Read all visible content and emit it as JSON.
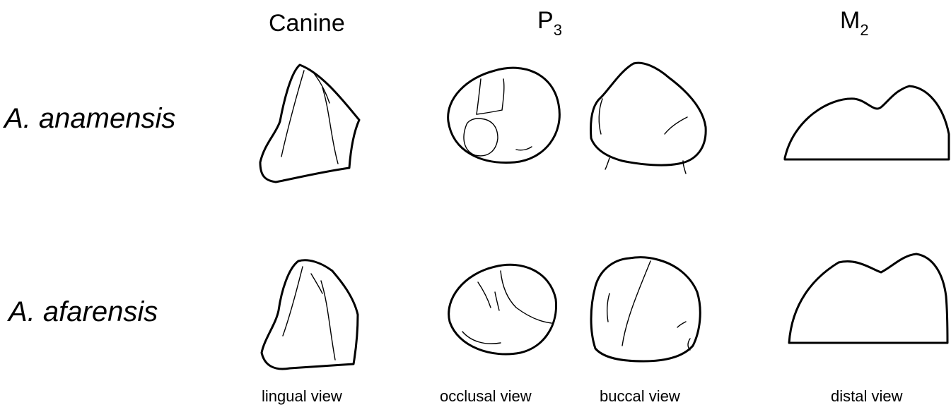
{
  "columns": {
    "canine": {
      "label": "Canine"
    },
    "p3": {
      "letter": "P",
      "subscript": "3"
    },
    "m2": {
      "letter": "M",
      "subscript": "2"
    }
  },
  "species": {
    "anamensis": "A. anamensis",
    "afarensis": "A. afarensis"
  },
  "views": {
    "lingual": "lingual view",
    "occlusal": "occlusal view",
    "buccal": "buccal view",
    "distal": "distal view"
  }
}
